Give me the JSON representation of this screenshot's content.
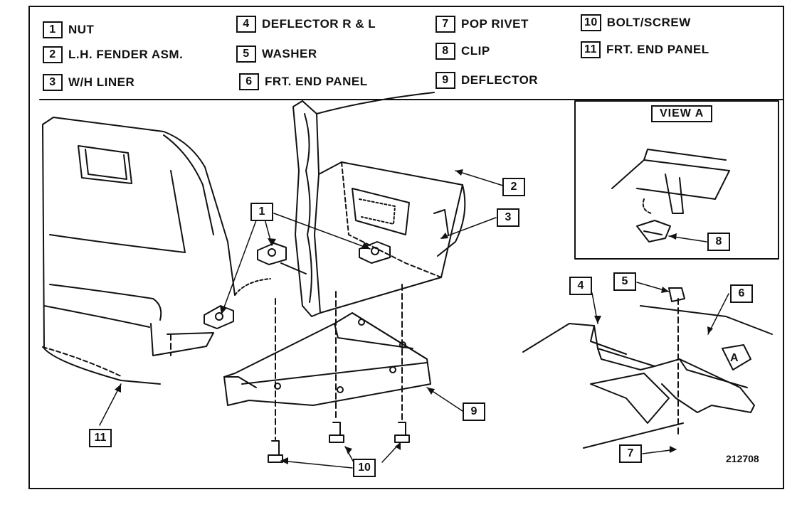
{
  "legend": [
    {
      "num": "1",
      "label": "NUT"
    },
    {
      "num": "2",
      "label": "L.H. FENDER ASM."
    },
    {
      "num": "3",
      "label": "W/H LINER"
    },
    {
      "num": "4",
      "label": "DEFLECTOR R & L"
    },
    {
      "num": "5",
      "label": "WASHER"
    },
    {
      "num": "6",
      "label": "FRT. END PANEL"
    },
    {
      "num": "7",
      "label": "POP RIVET"
    },
    {
      "num": "8",
      "label": "CLIP"
    },
    {
      "num": "9",
      "label": "DEFLECTOR"
    },
    {
      "num": "10",
      "label": "BOLT/SCREW"
    },
    {
      "num": "11",
      "label": "FRT. END PANEL"
    }
  ],
  "callouts": {
    "c1": "1",
    "c2": "2",
    "c3": "3",
    "c4": "4",
    "c5": "5",
    "c6": "6",
    "c7": "7",
    "c8": "8",
    "c9": "9",
    "c10": "10",
    "c11": "11"
  },
  "view_a_title": "VIEW  A",
  "view_a_arrow_letter": "A",
  "drawing_number": "212708"
}
